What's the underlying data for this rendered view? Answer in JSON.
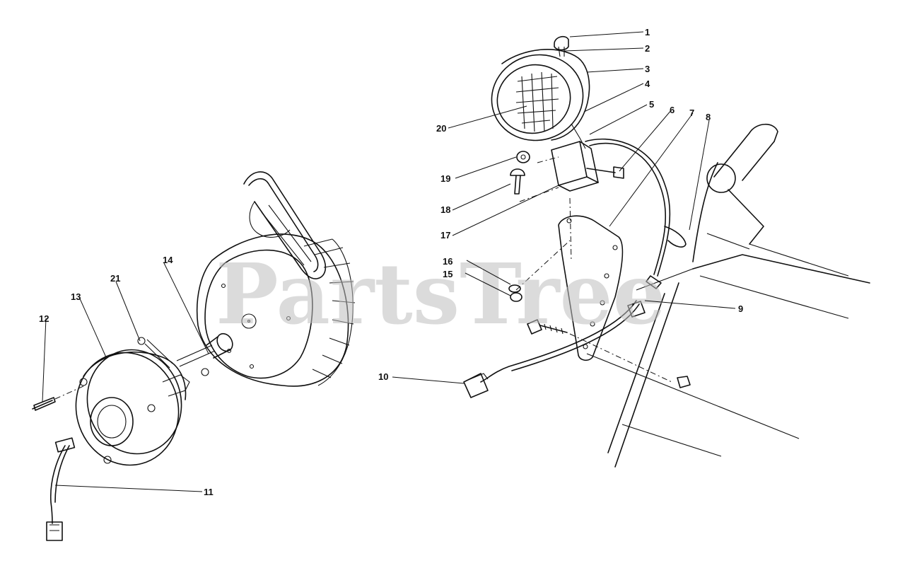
{
  "watermark": "PartsTree",
  "callouts": [
    {
      "id": "1",
      "label": "1"
    },
    {
      "id": "2",
      "label": "2"
    },
    {
      "id": "3",
      "label": "3"
    },
    {
      "id": "4",
      "label": "4"
    },
    {
      "id": "5",
      "label": "5"
    },
    {
      "id": "6",
      "label": "6"
    },
    {
      "id": "7",
      "label": "7"
    },
    {
      "id": "8",
      "label": "8"
    },
    {
      "id": "9",
      "label": "9"
    },
    {
      "id": "10",
      "label": "10"
    },
    {
      "id": "11",
      "label": "11"
    },
    {
      "id": "12",
      "label": "12"
    },
    {
      "id": "13",
      "label": "13"
    },
    {
      "id": "14",
      "label": "14"
    },
    {
      "id": "15",
      "label": "15"
    },
    {
      "id": "16",
      "label": "16"
    },
    {
      "id": "17",
      "label": "17"
    },
    {
      "id": "18",
      "label": "18"
    },
    {
      "id": "19",
      "label": "19"
    },
    {
      "id": "20",
      "label": "20"
    },
    {
      "id": "21",
      "label": "21"
    }
  ]
}
